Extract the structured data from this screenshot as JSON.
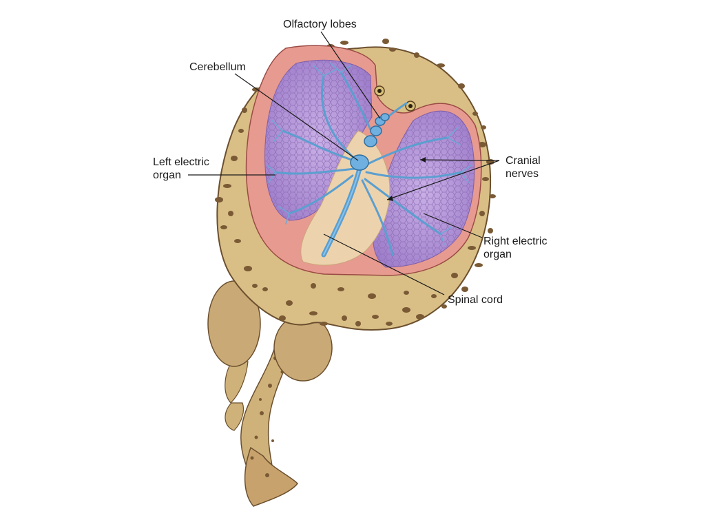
{
  "labels": {
    "olfactory_lobes": "Olfactory lobes",
    "cerebellum": "Cerebellum",
    "left_electric_organ_line1": "Left electric",
    "left_electric_organ_line2": "organ",
    "cranial_nerves_line1": "Cranial",
    "cranial_nerves_line2": "nerves",
    "right_electric_organ_line1": "Right electric",
    "right_electric_organ_line2": "organ",
    "spinal_cord": "Spinal cord"
  },
  "colors": {
    "skin": "#d9bf86",
    "spots": "#7a5a35",
    "electric_organ": "#b79ad6",
    "nerves": "#5b9fd0",
    "cut_edge": "#e79a90",
    "background": "#ffffff"
  }
}
